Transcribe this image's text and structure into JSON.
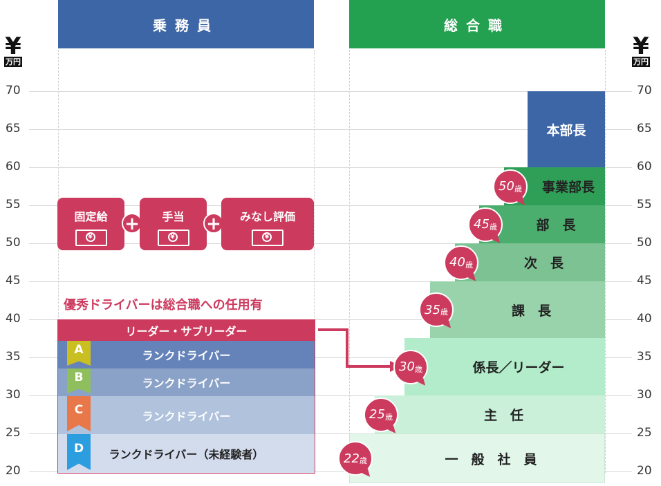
{
  "headers": {
    "left": "乗務員",
    "right": "総合職"
  },
  "currency": {
    "symbol": "¥",
    "unit": "万円"
  },
  "y_axis": {
    "ticks": [
      "70",
      "65",
      "60",
      "55",
      "50",
      "45",
      "40",
      "35",
      "30",
      "25",
      "20"
    ],
    "min": 20,
    "max": 70
  },
  "pay_components": [
    {
      "label": "固定給",
      "icon": "banknote-icon"
    },
    {
      "label": "手当",
      "icon": "banknote-icon"
    },
    {
      "label": "みなし評価",
      "icon": "banknote-icon"
    }
  ],
  "plus_sign": "+",
  "bill_mark": "¥",
  "promotion_note": "優秀ドライバーは総合職への任用有",
  "driver_ranks": {
    "leader_label": "リーダー・サブリーダー",
    "ranks": [
      {
        "letter": "A",
        "label": "ランクドライバー",
        "color": "#6583b9",
        "ribbon": "#c9bf21"
      },
      {
        "letter": "B",
        "label": "ランクドライバー",
        "color": "#8aa2c8",
        "ribbon": "#8fbf5d"
      },
      {
        "letter": "C",
        "label": "ランクドライバー",
        "color": "#b0c2dc",
        "ribbon": "#e8784a"
      },
      {
        "letter": "D",
        "label": "ランクドライバー（未経験者）",
        "color": "#d3dced",
        "ribbon": "#2c9ee0"
      }
    ]
  },
  "career_steps": [
    {
      "title": "本部長",
      "age": ""
    },
    {
      "title": "事業部長",
      "age": "50"
    },
    {
      "title": "部　長",
      "age": "45"
    },
    {
      "title": "次　長",
      "age": "40"
    },
    {
      "title": "課　長",
      "age": "35"
    },
    {
      "title": "係長／リーダー",
      "age": "30"
    },
    {
      "title": "主　任",
      "age": "25"
    },
    {
      "title": "一　般　社　員",
      "age": "22"
    }
  ],
  "age_suffix": "歳",
  "colors": {
    "driver_header": "#3d66a6",
    "general_header": "#23a150",
    "accent": "#cc3a5e"
  }
}
